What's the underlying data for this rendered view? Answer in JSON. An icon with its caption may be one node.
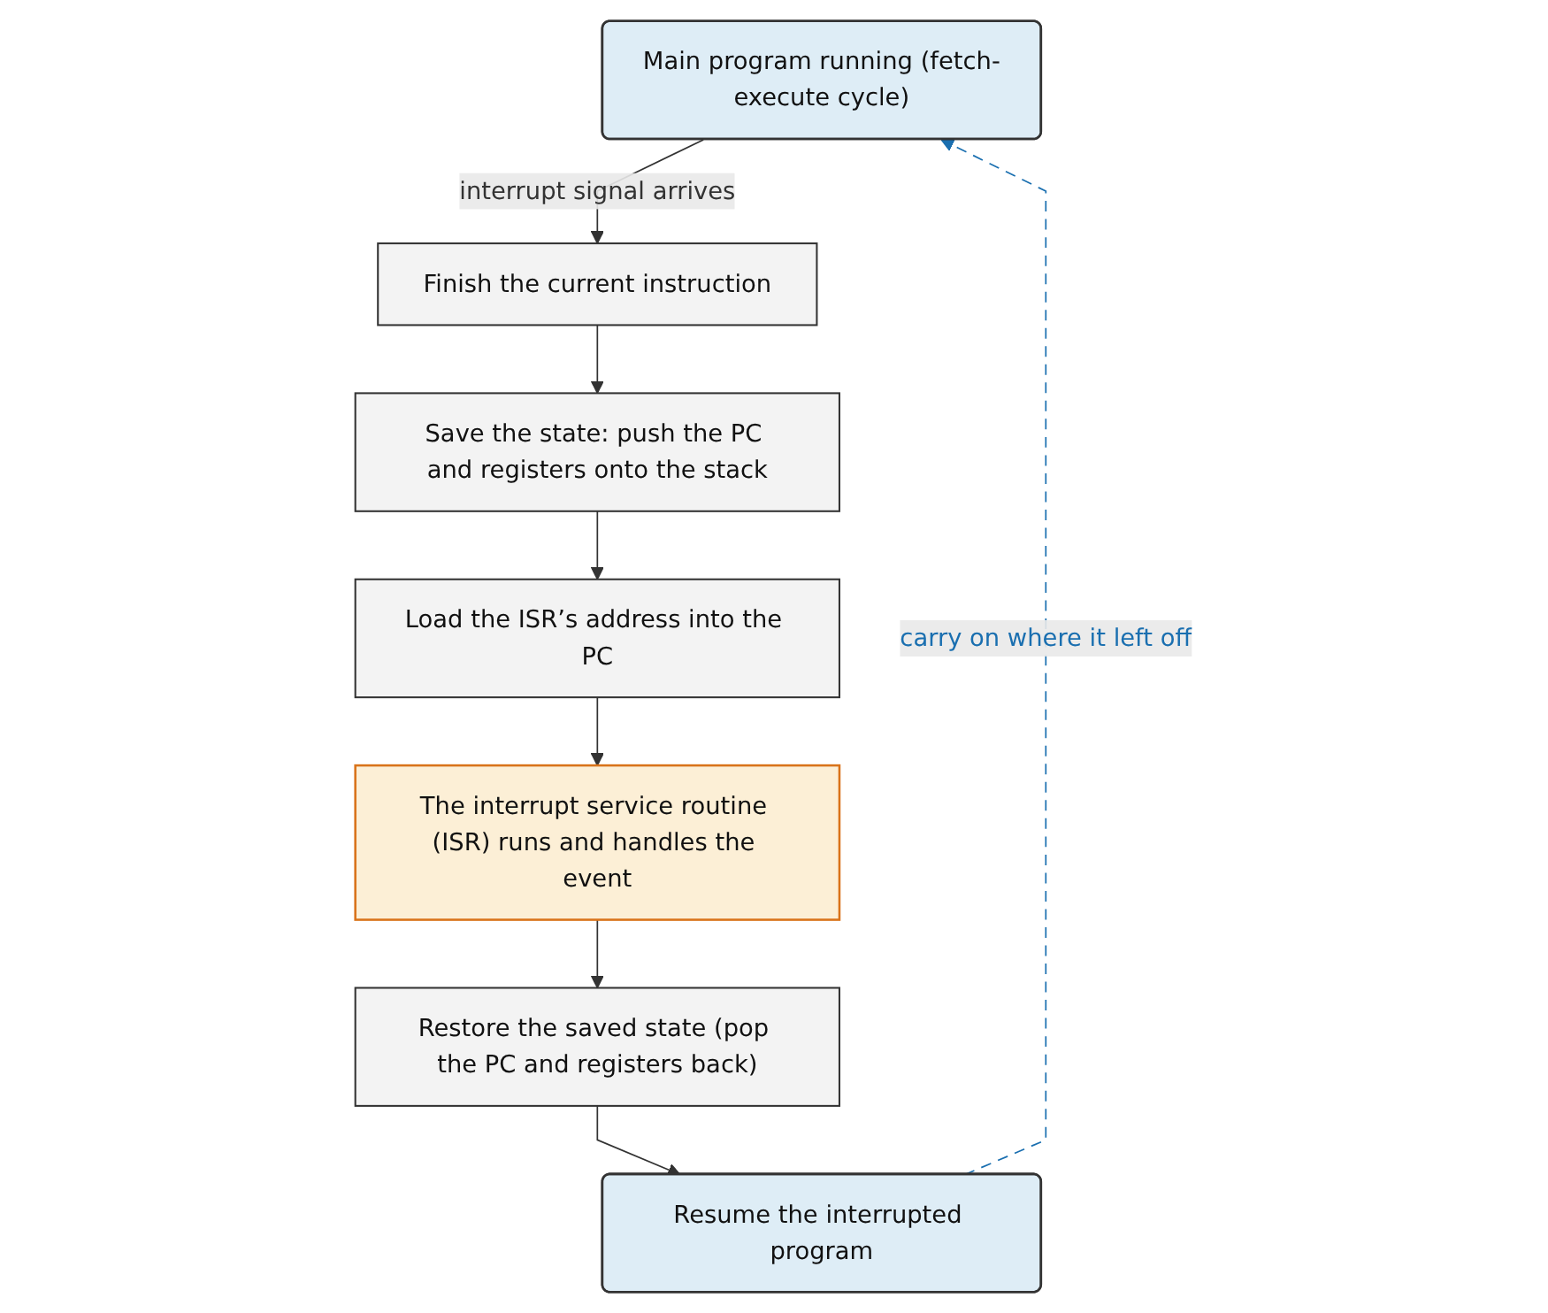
{
  "diagram": {
    "nodes": [
      {
        "text": [
          "Main program running (fetch-execute cycle)"
        ]
      },
      {
        "text": [
          "Finish the current instruction"
        ]
      },
      {
        "text": [
          "Save the state: push the PC and registers onto the stack"
        ]
      },
      {
        "text": [
          "Load the ISR’s address into the PC"
        ]
      },
      {
        "text": [
          "The interrupt service routine (ISR) runs and handles the event"
        ]
      },
      {
        "text": [
          "Restore the saved state (pop the PC and registers back)"
        ]
      },
      {
        "text": [
          "Resume the interrupted program"
        ]
      }
    ],
    "edges": [
      {
        "from": 0,
        "to": 1,
        "arrow": "to",
        "label": "interrupt signal arrives"
      },
      {
        "from": 1,
        "to": 2,
        "arrow": "to"
      },
      {
        "from": 2,
        "to": 3,
        "arrow": "to"
      },
      {
        "from": 3,
        "to": 4,
        "arrow": "to"
      },
      {
        "from": 4,
        "to": 5,
        "arrow": "to"
      },
      {
        "from": 5,
        "to": 6,
        "arrow": "to"
      },
      {
        "from": 6,
        "to": 0,
        "arrow": "to",
        "label": "carry on where it left off",
        "style": "dashed",
        "color": "#1a6fb0"
      }
    ]
  }
}
